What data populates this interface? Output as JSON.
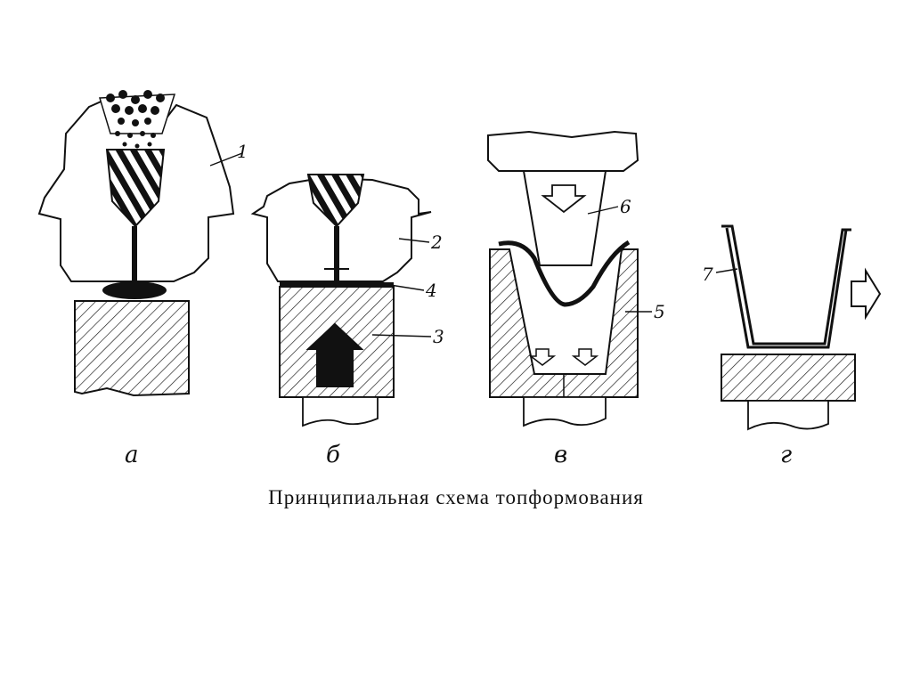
{
  "caption": "Принципиальная схема топформования",
  "step_labels": {
    "a": "а",
    "b": "б",
    "v": "в",
    "g": "г"
  },
  "part_labels": {
    "p1": "1",
    "p2": "2",
    "p3": "3",
    "p4": "4",
    "p5": "5",
    "p6": "6",
    "p7": "7"
  }
}
